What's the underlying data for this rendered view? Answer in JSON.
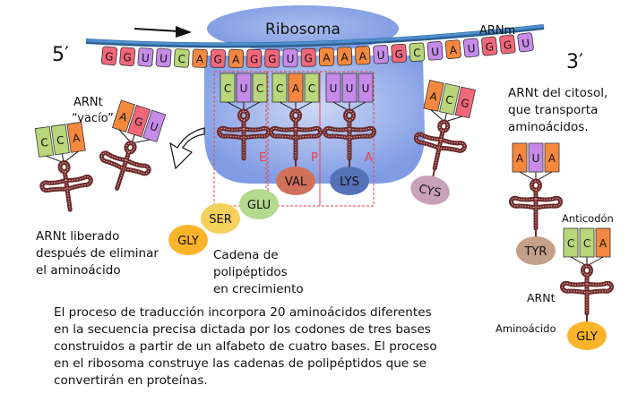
{
  "colors": {
    "G": "#f2677a",
    "U": "#c68be8",
    "C": "#b9d67a",
    "A": "#f5883f",
    "ribosome": "#8ea9e8",
    "mrna_strand": "#3f7fb7",
    "site_box": "#e8414b",
    "site_letter": "#e8414b",
    "trna_body": "#6b2a2a"
  },
  "labels": {
    "ribosome": "Ribosoma",
    "mrna": "ARNm",
    "five_prime": "5′",
    "three_prime": "3′",
    "empty_trna_line1": "ARNt",
    "empty_trna_line2": "“vacío”",
    "released_trna": [
      "ARNt liberado",
      "después de eliminar",
      "el aminoácido"
    ],
    "growing_chain": [
      "Cadena de",
      "polipéptidos",
      "en crecimiento"
    ],
    "cytosol_trna": [
      "ARNt del citosol,",
      "que transporta",
      "aminoácidos."
    ],
    "anticodon": "Anticodón",
    "trna": "ARNt",
    "amino_acid": "Aminoácido"
  },
  "mrna_sequence": [
    "G",
    "G",
    "U",
    "U",
    "C",
    "A",
    "G",
    "A",
    "G",
    "G",
    "U",
    "G",
    "A",
    "A",
    "A",
    "U",
    "G",
    "C",
    "U",
    "A",
    "U",
    "G",
    "G",
    "U"
  ],
  "sites": [
    {
      "letter": "E",
      "anticodon": [
        "C",
        "U",
        "C"
      ],
      "amino_acid": null
    },
    {
      "letter": "P",
      "anticodon": [
        "C",
        "A",
        "C"
      ],
      "amino_acid": "VAL",
      "aa_color": "#d0705a"
    },
    {
      "letter": "A",
      "anticodon": [
        "U",
        "U",
        "U"
      ],
      "amino_acid": "LYS",
      "aa_color": "#5472b8"
    }
  ],
  "free_trnas": [
    {
      "id": "empty-1",
      "anticodon": [
        "C",
        "C",
        "A"
      ],
      "amino_acid": null
    },
    {
      "id": "leaving",
      "anticodon": [
        "A",
        "G",
        "U"
      ],
      "amino_acid": null
    },
    {
      "id": "incoming-cys",
      "anticodon": [
        "A",
        "C",
        "G"
      ],
      "amino_acid": "CYS",
      "aa_color": "#c8a0b8"
    },
    {
      "id": "cytosol-tyr",
      "anticodon": [
        "A",
        "U",
        "A"
      ],
      "amino_acid": "TYR",
      "aa_color": "#c4a089"
    },
    {
      "id": "legend-gly",
      "anticodon": [
        "C",
        "C",
        "A"
      ],
      "amino_acid": "GLY",
      "aa_color": "#fbb42a"
    }
  ],
  "polypeptide_chain": [
    {
      "name": "GLY",
      "color": "#fbb42a"
    },
    {
      "name": "SER",
      "color": "#f3d15a"
    },
    {
      "name": "GLU",
      "color": "#b5d98f"
    }
  ],
  "caption": [
    "El proceso de traducción incorpora 20 aminoácidos diferentes",
    "en la secuencia precisa dictada por los codones de tres bases",
    "construidos a partir de un alfabeto de cuatro bases. El proceso",
    "en el ribosoma construye las cadenas de polipéptidos que se",
    "convertirán en proteínas."
  ]
}
